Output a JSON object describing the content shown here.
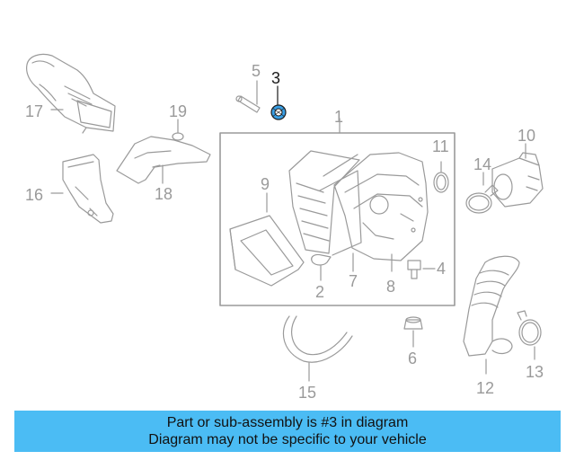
{
  "highlight_color": "#3aa0e6",
  "line_color": "#9a9a9a",
  "banner_color": "#4bbcf4",
  "highlighted_part": "3",
  "callouts": {
    "c1": "1",
    "c2": "2",
    "c3": "3",
    "c4": "4",
    "c5": "5",
    "c6": "6",
    "c7": "7",
    "c8": "8",
    "c9": "9",
    "c10": "10",
    "c11": "11",
    "c12": "12",
    "c13": "13",
    "c14": "14",
    "c15": "15",
    "c16": "16",
    "c17": "17",
    "c18": "18",
    "c19": "19"
  },
  "banner": {
    "line1": "Part or sub-assembly is #3 in diagram",
    "line2": "Diagram may not be specific to your vehicle"
  }
}
